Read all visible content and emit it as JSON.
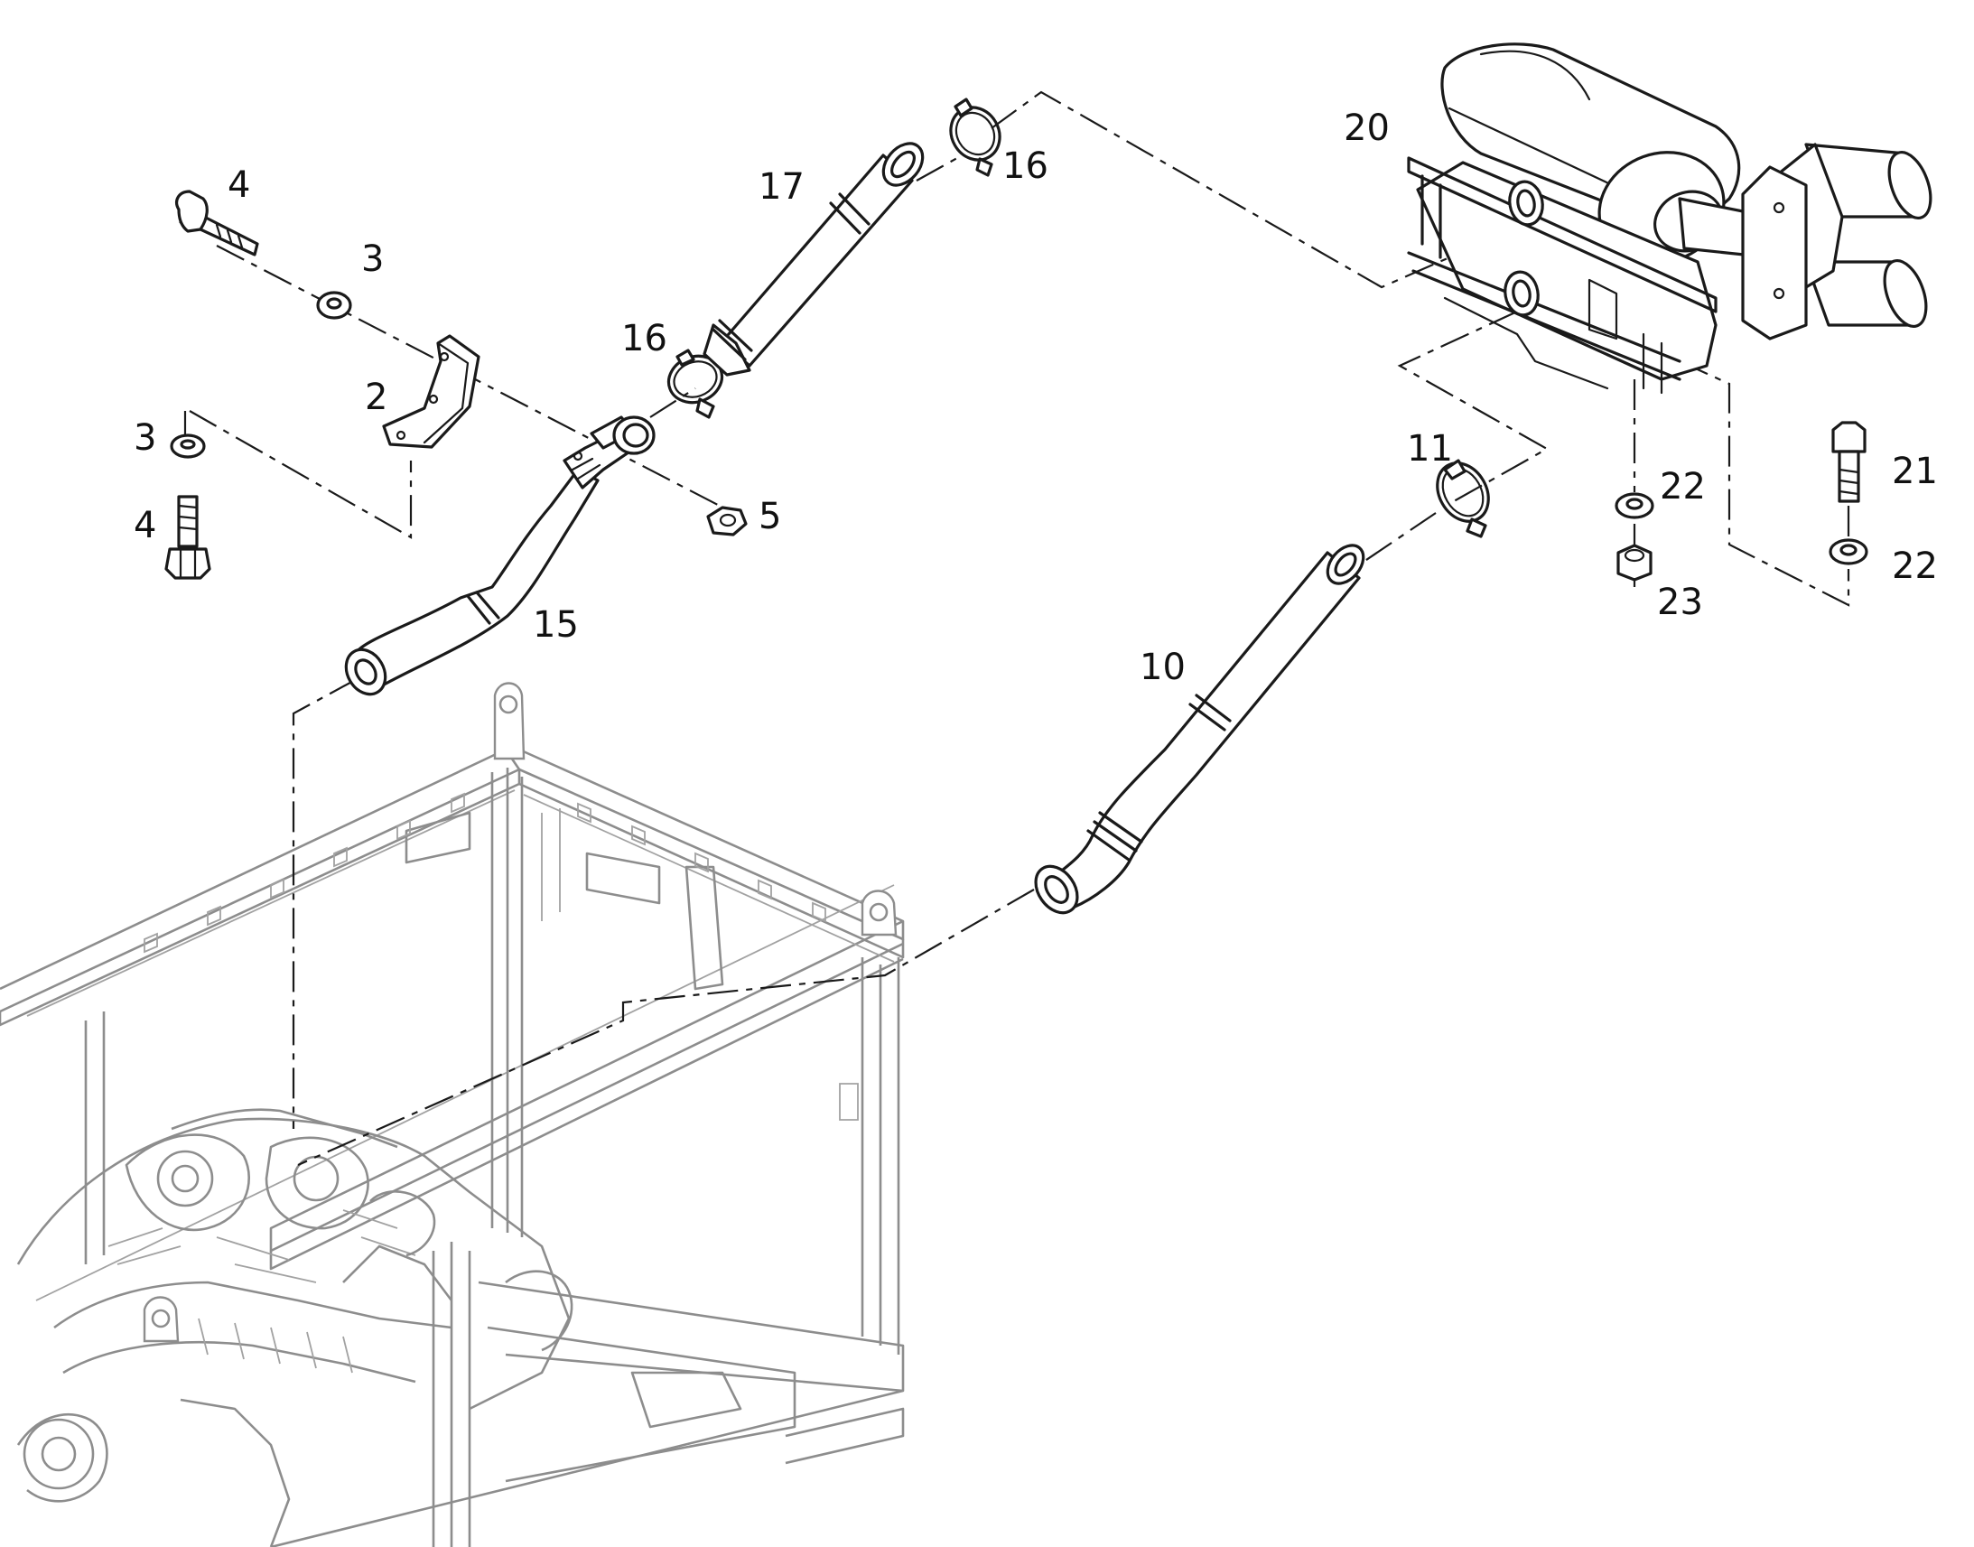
{
  "labels": {
    "l2": "2",
    "l3a": "3",
    "l3b": "3",
    "l4a": "4",
    "l4b": "4",
    "l5": "5",
    "l10": "10",
    "l11": "11",
    "l15": "15",
    "l16a": "16",
    "l16b": "16",
    "l17": "17",
    "l20": "20",
    "l21": "21",
    "l22a": "22",
    "l22b": "22",
    "l23": "23"
  },
  "colors": {
    "ink": "#1a1a1a",
    "frame": "#8d8d8d",
    "background": "#ffffff"
  }
}
